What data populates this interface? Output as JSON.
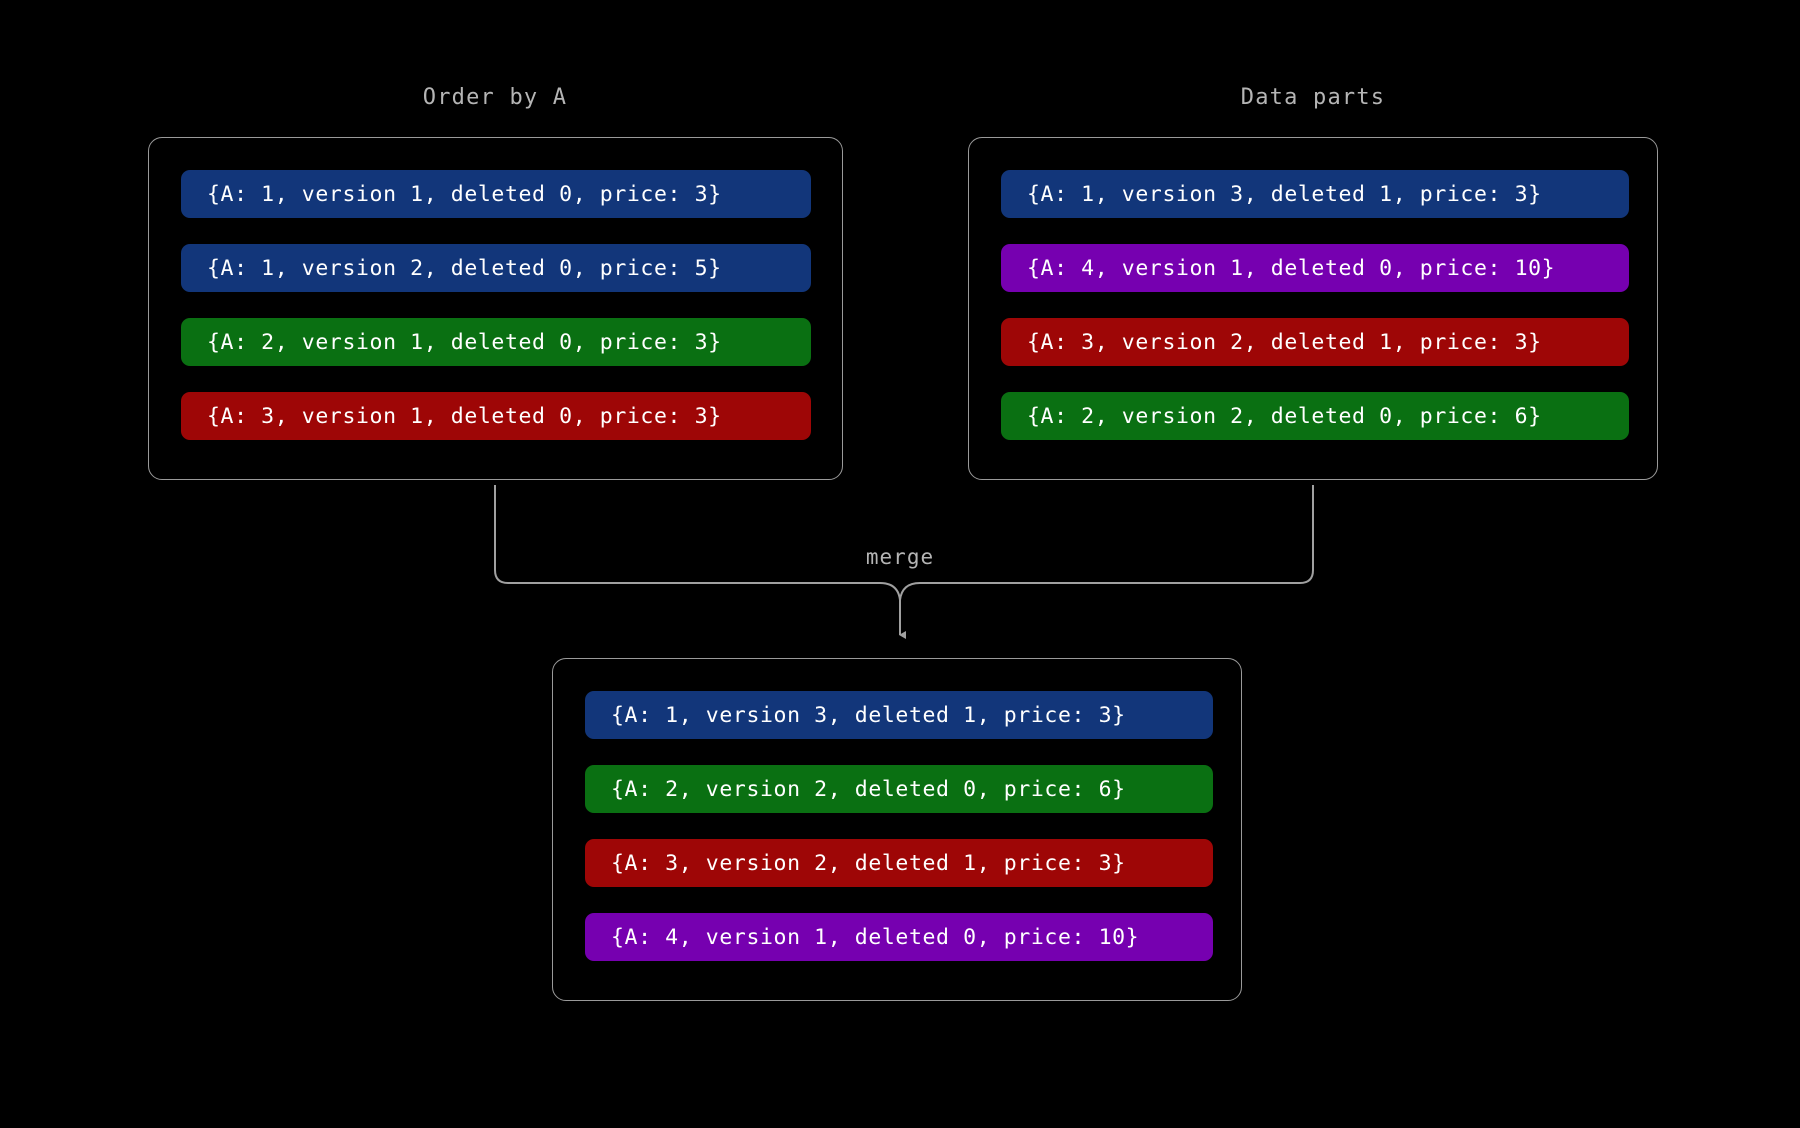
{
  "diagram": {
    "background_color": "#000000",
    "border_color": "#9a9a9a",
    "title_color": "#b5b5b5",
    "connector_color": "#a0a0a0",
    "merge_label": "merge",
    "panels": [
      {
        "id": "order-by-a",
        "title": "Order by A",
        "rows": [
          {
            "text": "{A: 1, version 1, deleted 0, price: 3}",
            "color": "#12367a"
          },
          {
            "text": "{A: 1, version 2, deleted 0, price: 5}",
            "color": "#12367a"
          },
          {
            "text": "{A: 2, version 1, deleted 0, price: 3}",
            "color": "#0a7012"
          },
          {
            "text": "{A: 3, version 1, deleted 0, price: 3}",
            "color": "#9e0606"
          }
        ]
      },
      {
        "id": "data-parts",
        "title": "Data parts",
        "rows": [
          {
            "text": "{A: 1, version 3, deleted 1, price: 3}",
            "color": "#12367a"
          },
          {
            "text": "{A: 4, version 1, deleted 0, price: 10}",
            "color": "#7600b0"
          },
          {
            "text": "{A: 3, version 2, deleted 1, price: 3}",
            "color": "#9e0606"
          },
          {
            "text": "{A: 2, version 2, deleted 0, price: 6}",
            "color": "#0a7012"
          }
        ]
      },
      {
        "id": "merged-result",
        "title": "",
        "rows": [
          {
            "text": "{A: 1, version 3, deleted 1, price: 3}",
            "color": "#12367a"
          },
          {
            "text": "{A: 2, version 2, deleted 0, price: 6}",
            "color": "#0a7012"
          },
          {
            "text": "{A: 3, version 2, deleted 1, price: 3}",
            "color": "#9e0606"
          },
          {
            "text": "{A: 4, version 1, deleted 0, price: 10}",
            "color": "#7600b0"
          }
        ]
      }
    ]
  }
}
